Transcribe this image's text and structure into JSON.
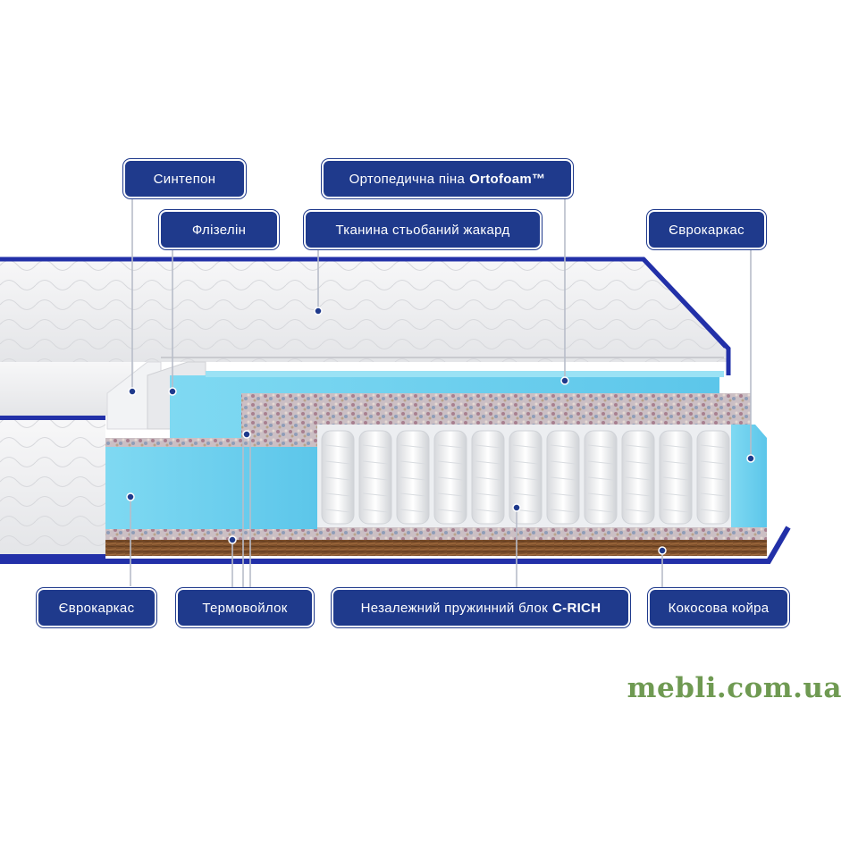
{
  "labels": {
    "sinteпон": "Синтепон",
    "ortopedychna_pina": "Ортопедична піна",
    "ortofoam": "Ortofoam™",
    "flizelin": "Флізелін",
    "tkanyna": "Тканина стьобаний жакард",
    "evrokarkas_right": "Єврокаркас",
    "evrokarkas_left": "Єврокаркас",
    "termovoilok": "Термовойлок",
    "pruzhynnyi_blok": "Незалежний пружинний блок",
    "c_rich": "C-RICH",
    "kokosova_koira": "Кокосова койра"
  },
  "watermark": "mebli.com.ua",
  "colors": {
    "label_bg": "#1f3a8c",
    "piping": "#2230a8",
    "foam_blue": "#6fd0ee",
    "coir_brown": "#8a5a32",
    "watermark": "#6f9a52"
  }
}
